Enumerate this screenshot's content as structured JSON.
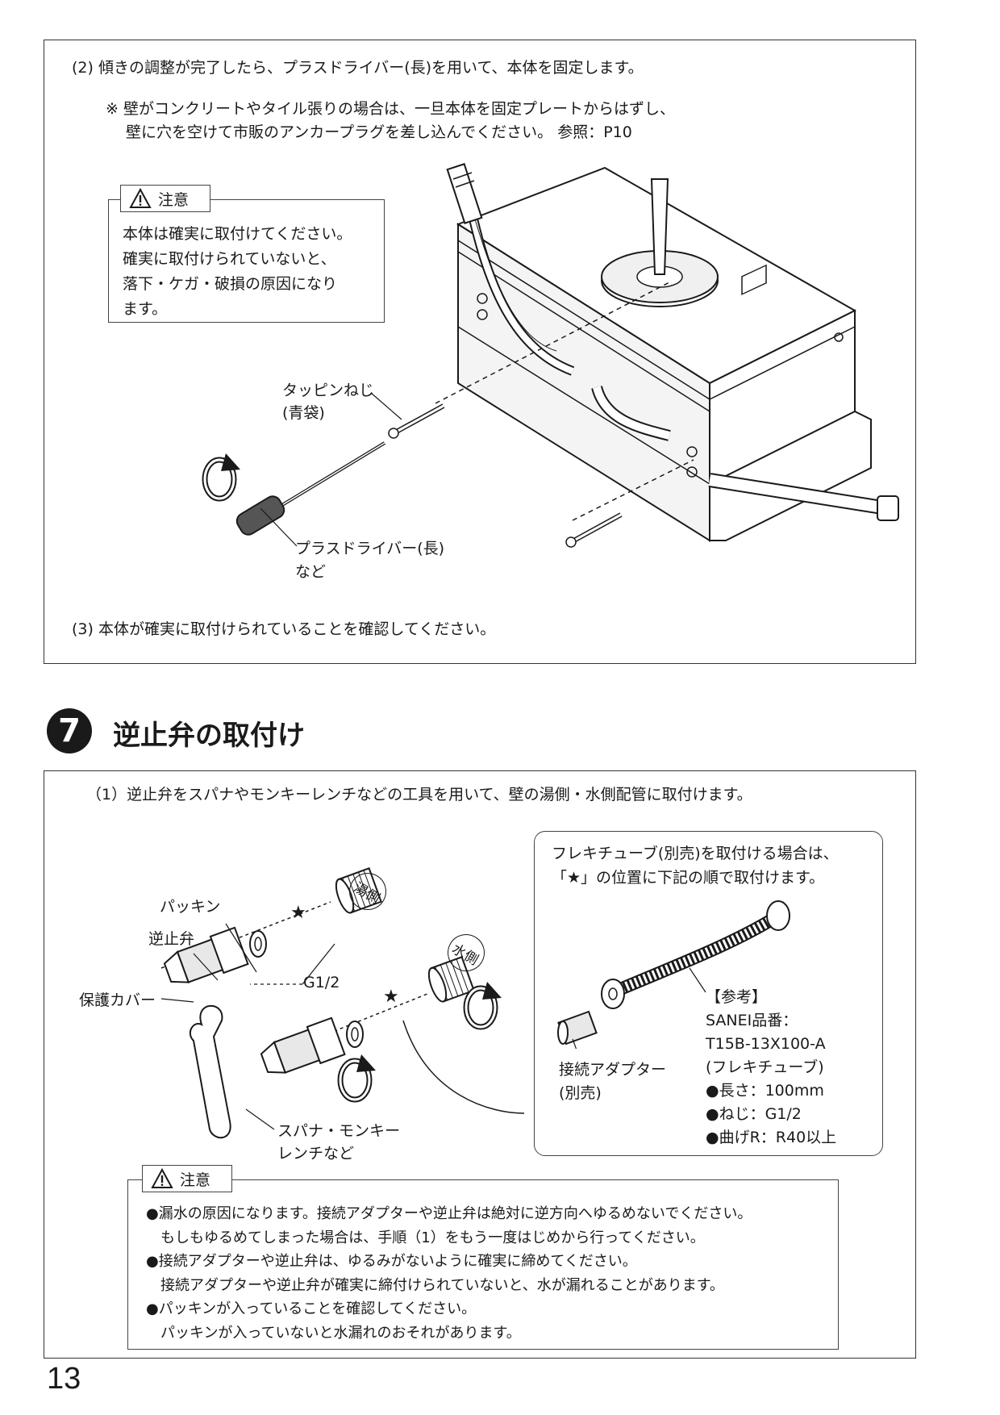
{
  "section1": {
    "step2": "(2) 傾きの調整が完了したら、プラスドライバー(長)を用いて、本体を固定します。",
    "note_line1": "※ 壁がコンクリートやタイル張りの場合は、一旦本体を固定プレートからはずし、",
    "note_line2": "壁に穴を空けて市販のアンカープラグを差し込んでください。 参照：P10",
    "caution_label": "注意",
    "caution_lines": [
      "本体は確実に取付けてください。",
      "確実に取付けられていないと、",
      "落下・ケガ・破損の原因になり",
      "ます。"
    ],
    "label_screw_1": "タッピンねじ",
    "label_screw_2": "(青袋)",
    "label_driver_1": "プラスドライバー(長)",
    "label_driver_2": "など",
    "step3": "(3) 本体が確実に取付けられていることを確認してください。"
  },
  "section7": {
    "number": "7",
    "title": "逆止弁の取付け",
    "step1": "（1）逆止弁をスパナやモンキーレンチなどの工具を用いて、壁の湯側・水側配管に取付けます。",
    "label_packing": "パッキン",
    "label_valve": "逆止弁",
    "label_cover": "保護カバー",
    "label_g12": "G1/2",
    "label_hot": "湯側",
    "label_cold": "水側",
    "label_wrench_1": "スパナ・モンキー",
    "label_wrench_2": "レンチなど",
    "ref_intro_1": "フレキチューブ(別売)を取付ける場合は、",
    "ref_intro_2": "「★」の位置に下記の順で取付けます。",
    "label_adapter_1": "接続アダプター",
    "label_adapter_2": "(別売)",
    "ref_lines": [
      "【参考】",
      "SANEI品番：",
      "T15B-13X100-A",
      "(フレキチューブ)",
      "●長さ：100mm",
      "●ねじ：G1/2",
      "●曲げR：R40以上"
    ],
    "caution_label": "注意",
    "caution_lines": [
      "●漏水の原因になります。接続アダプターや逆止弁は絶対に逆方向へゆるめないでください。",
      "　もしもゆるめてしまった場合は、手順（1）をもう一度はじめから行ってください。",
      "●接続アダプターや逆止弁は、ゆるみがないように確実に締めてください。",
      "　接続アダプターや逆止弁が確実に締付けられていないと、水が漏れることがあります。",
      "●パッキンが入っていることを確認してください。",
      "　パッキンが入っていないと水漏れのおそれがあります。"
    ]
  },
  "page_number": "13",
  "icons": {
    "warning": "warning-triangle-icon",
    "rotate": "rotate-clockwise-icon",
    "star": "★"
  }
}
